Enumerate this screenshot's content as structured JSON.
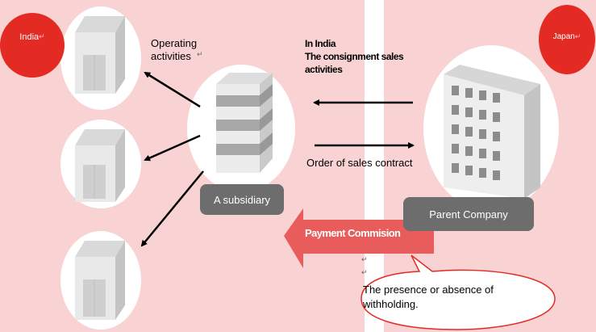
{
  "regions": {
    "left_label": "India",
    "right_label": "Japan"
  },
  "operating": "Operating\nactivities",
  "consignment": "In India\nThe consignment sales\nactivities",
  "order": "Order of sales contract",
  "subsidiary": "A subsidiary",
  "parent": "Parent Company",
  "payment": "Payment Commision",
  "withholding": "The presence or absence of\nwithholding.",
  "colors": {
    "background": "#f9d3d3",
    "red": "#e32b23",
    "payment_arrow": "#e85c5c",
    "pill": "#6d6d6d"
  }
}
